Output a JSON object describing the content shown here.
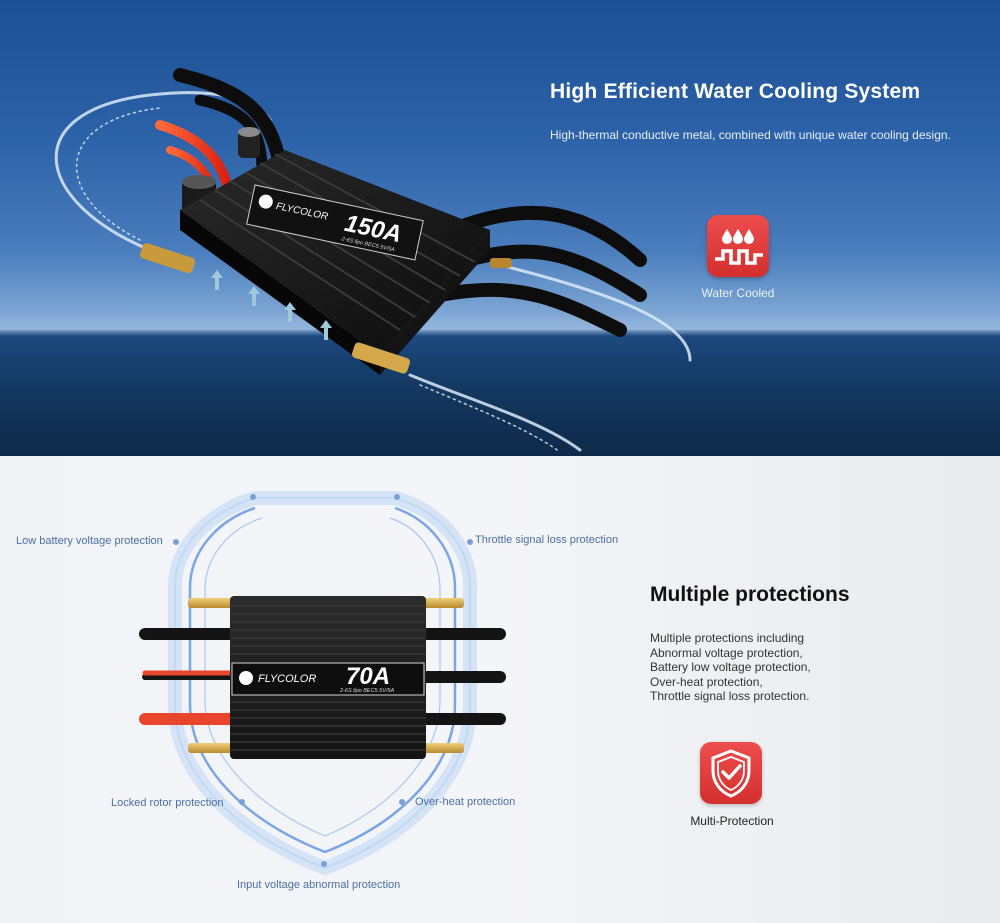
{
  "water_cooling": {
    "title": "High Efficient Water Cooling System",
    "description": "High-thermal conductive metal, combined with unique water cooling design.",
    "badge_label": "Water Cooled",
    "badge_icon": "water-cooling-icon",
    "product_brand": "FLYCOLOR",
    "product_model": "150A",
    "product_spec": "2-6S lipo BEC5.5V/5A"
  },
  "protections": {
    "title": "Multiple protections",
    "description_lines": [
      "Multiple protections including",
      "Abnormal voltage protection,",
      "Battery low voltage protection,",
      "Over-heat protection,",
      "Throttle signal loss protection."
    ],
    "badge_label": "Multi-Protection",
    "badge_icon": "shield-check-icon",
    "diagram_labels": {
      "low_battery": "Low battery voltage protection",
      "throttle_loss": "Throttle signal loss protection",
      "locked_rotor": "Locked rotor protection",
      "over_heat": "Over-heat protection",
      "input_voltage": "Input voltage abnormal protection"
    },
    "product_brand": "FLYCOLOR",
    "product_model": "70A",
    "product_spec": "2-6S lipo BEC5.5V/5A"
  },
  "colors": {
    "accent_red": "#e23b3b",
    "label_blue": "#4a6fa8",
    "sky_blue": "#2c62a8"
  }
}
